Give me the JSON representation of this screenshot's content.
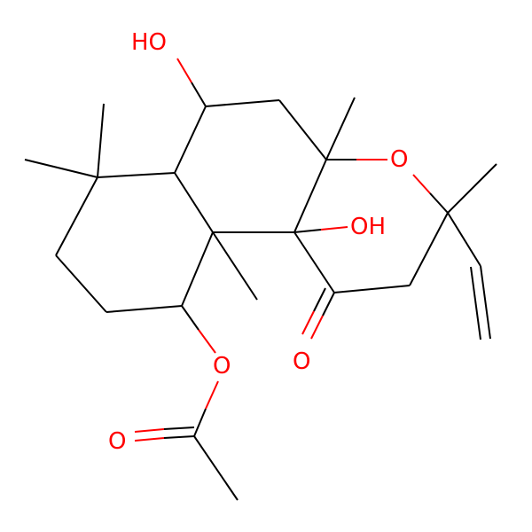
{
  "molecule": {
    "atom_labels": {
      "hydroxyl_top": "HO",
      "hydroxyl_center": "OH",
      "ring_oxygen": "O",
      "ketone_oxygen": "O",
      "ester_oxygen": "O",
      "carbonyl_oxygen": "O"
    },
    "colors": {
      "bond": "#000000",
      "heteroatom_oxygen": "#ff0000",
      "background": "#ffffff"
    }
  }
}
